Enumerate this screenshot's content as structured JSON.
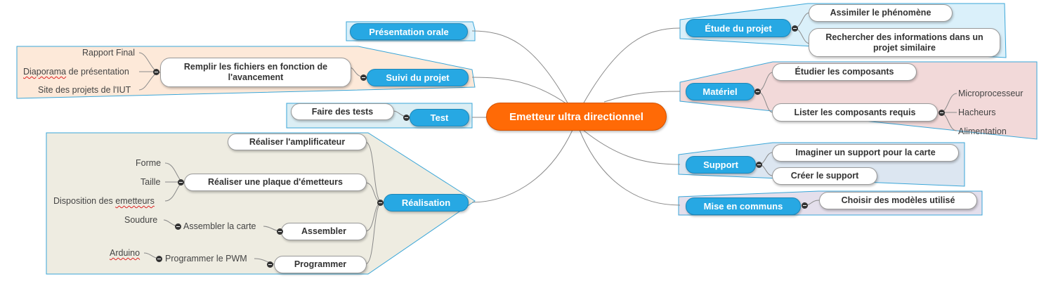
{
  "central": "Emetteur ultra directionnel",
  "branches": {
    "presentation": {
      "label": "Présentation orale"
    },
    "suivi": {
      "label": "Suivi du projet",
      "sub": "Remplir les fichiers en fonction de l'avancement",
      "leaves": [
        "Rapport Final",
        "Diaporama de présentation",
        "Site des projets de l'IUT"
      ]
    },
    "test": {
      "label": "Test",
      "sub": "Faire des tests"
    },
    "realisation": {
      "label": "Réalisation",
      "subs": [
        "Réaliser l'amplificateur",
        "Réaliser une plaque d'émetteurs",
        "Assembler",
        "Programmer"
      ],
      "plaque_leaves": [
        "Forme",
        "Taille",
        "Disposition des emetteurs"
      ],
      "assembler_child": "Assembler la carte",
      "assembler_leaf": "Soudure",
      "programmer_child": "Programmer le PWM",
      "programmer_leaf": "Arduino"
    },
    "etude": {
      "label": "Étude du projet",
      "subs": [
        "Assimiler le phénomène",
        "Rechercher des informations dans un projet similaire"
      ]
    },
    "materiel": {
      "label": "Matériel",
      "subs": [
        "Étudier les composants",
        "Lister les composants requis"
      ],
      "leaves": [
        "Microprocesseur",
        "Hacheurs",
        "Alimentation"
      ]
    },
    "support": {
      "label": "Support",
      "subs": [
        "Imaginer un support pour la carte",
        "Créer le support"
      ]
    },
    "communs": {
      "label": "Mise en communs",
      "sub": "Choisir des modèles utilisé"
    }
  },
  "colors": {
    "central": "#ff6a06",
    "main": "#27a8e3",
    "suivi_bg": "#fde9d9",
    "test_bg": "#dbeef4",
    "realisation_bg": "#eeece1",
    "etude_bg": "#daf0fa",
    "materiel_bg": "#f2d9d9",
    "support_bg": "#dce6f1",
    "communs_bg": "#e4dfec"
  }
}
